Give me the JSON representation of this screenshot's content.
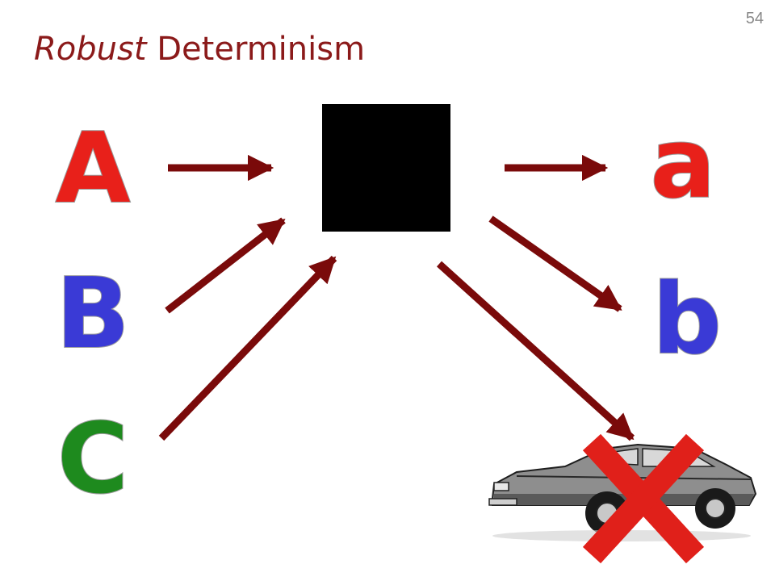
{
  "slide": {
    "number": "54",
    "title_emphasis": "Robust",
    "title_rest": " Determinism"
  },
  "inputs": [
    {
      "label": "A",
      "color": "#e8201a"
    },
    {
      "label": "B",
      "color": "#3a3ad6"
    },
    {
      "label": "C",
      "color": "#1e8a1e"
    }
  ],
  "outputs": [
    {
      "label": "a",
      "color": "#e8201a"
    },
    {
      "label": "b",
      "color": "#3a3ad6"
    }
  ],
  "colors": {
    "arrow": "#7a0a0a",
    "black_box": "#000000",
    "reject_mark": "#e0201a"
  },
  "icons": {
    "car": "car-icon",
    "reject": "x-mark-icon"
  }
}
